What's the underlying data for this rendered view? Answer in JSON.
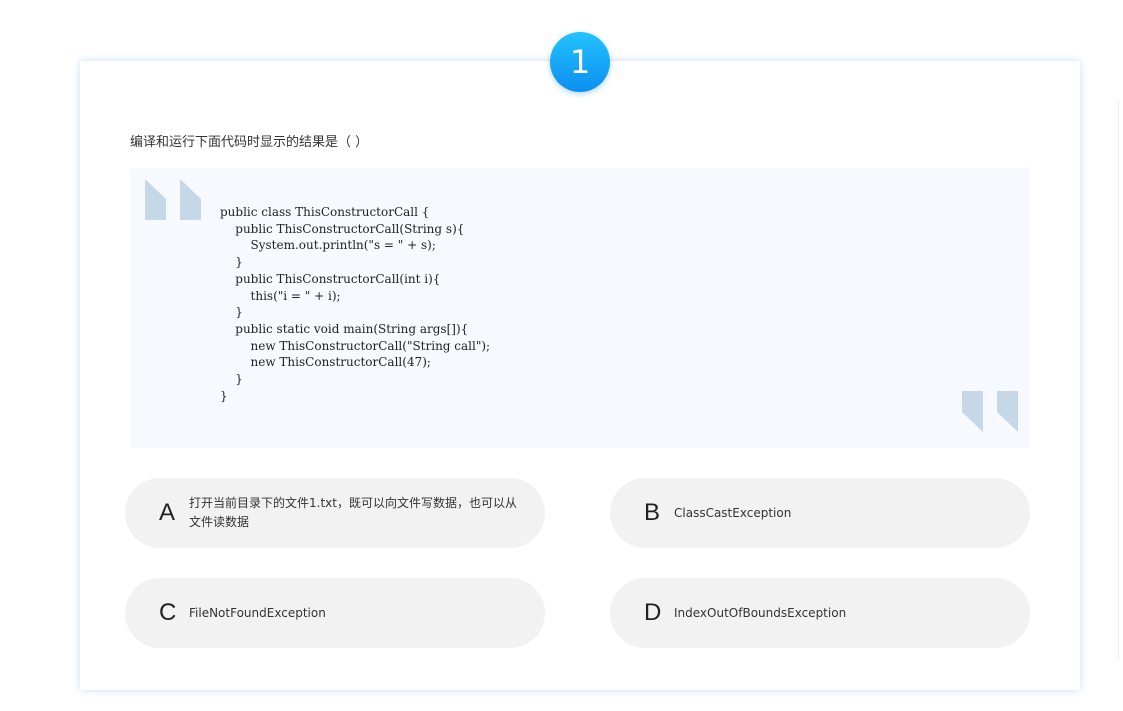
{
  "badge": {
    "number": "1"
  },
  "question": {
    "text": "编译和运行下面代码时显示的结果是（ ）"
  },
  "code": {
    "lines": [
      "public class ThisConstructorCall {",
      "    public ThisConstructorCall(String s){",
      "        System.out.println(\"s = \" + s);",
      "    }",
      "    public ThisConstructorCall(int i){",
      "        this(\"i = \" + i);",
      "    }",
      "    public static void main(String args[]){",
      "        new ThisConstructorCall(\"String call\");",
      "        new ThisConstructorCall(47);",
      "    }",
      "}"
    ]
  },
  "icons": {
    "open_quote": "open-quote-icon",
    "close_quote": "close-quote-icon"
  },
  "options": [
    {
      "letter": "A",
      "text": "打开当前目录下的文件1.txt，既可以向文件写数据，也可以从文件读数据"
    },
    {
      "letter": "B",
      "text": "ClassCastException"
    },
    {
      "letter": "C",
      "text": "FileNotFoundException"
    },
    {
      "letter": "D",
      "text": "IndexOutOfBoundsException"
    }
  ],
  "colors": {
    "badge": "#0b8ff0",
    "card_glow": "#78b4eb",
    "code_background": "#f6f9fd",
    "quote_mark": "#c6d8e8",
    "option_background": "#f2f2f2"
  }
}
